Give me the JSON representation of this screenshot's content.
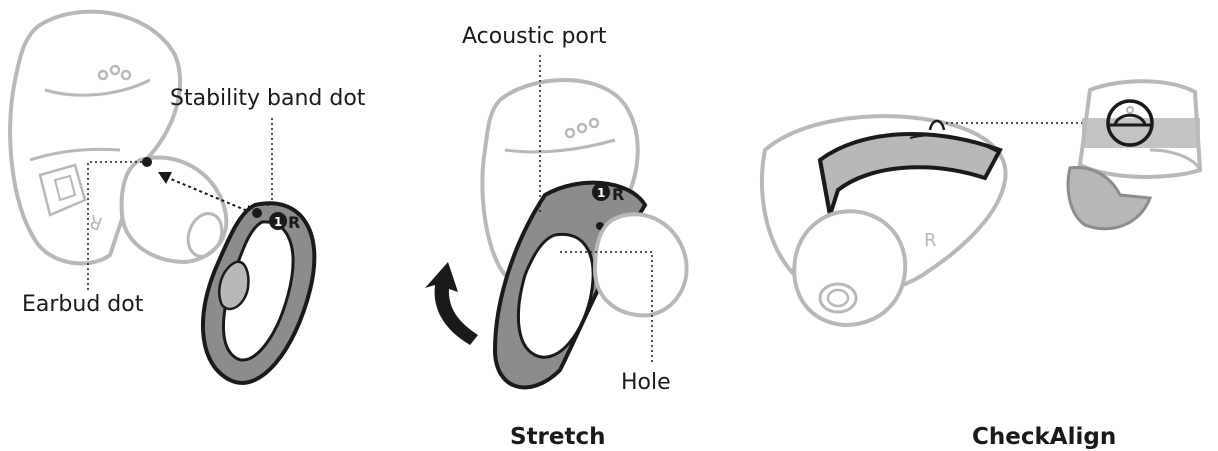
{
  "panels": [
    {
      "id": "align-dots",
      "labels": {
        "stability_band_dot": "Stability band dot",
        "earbud_dot": "Earbud dot"
      },
      "band_marking": "R"
    },
    {
      "id": "stretch",
      "caption": "Stretch",
      "labels": {
        "acoustic_port": "Acoustic port",
        "hole": "Hole"
      },
      "band_marking": "R"
    },
    {
      "id": "check-align",
      "caption": "CheckAlign",
      "earbud_marking": "R"
    }
  ],
  "colors": {
    "outline": "#1a1a1a",
    "earbud_gray": "#b8b8b8",
    "band_fill": "#8c8c8c",
    "band_dark": "#2a2a2a"
  }
}
